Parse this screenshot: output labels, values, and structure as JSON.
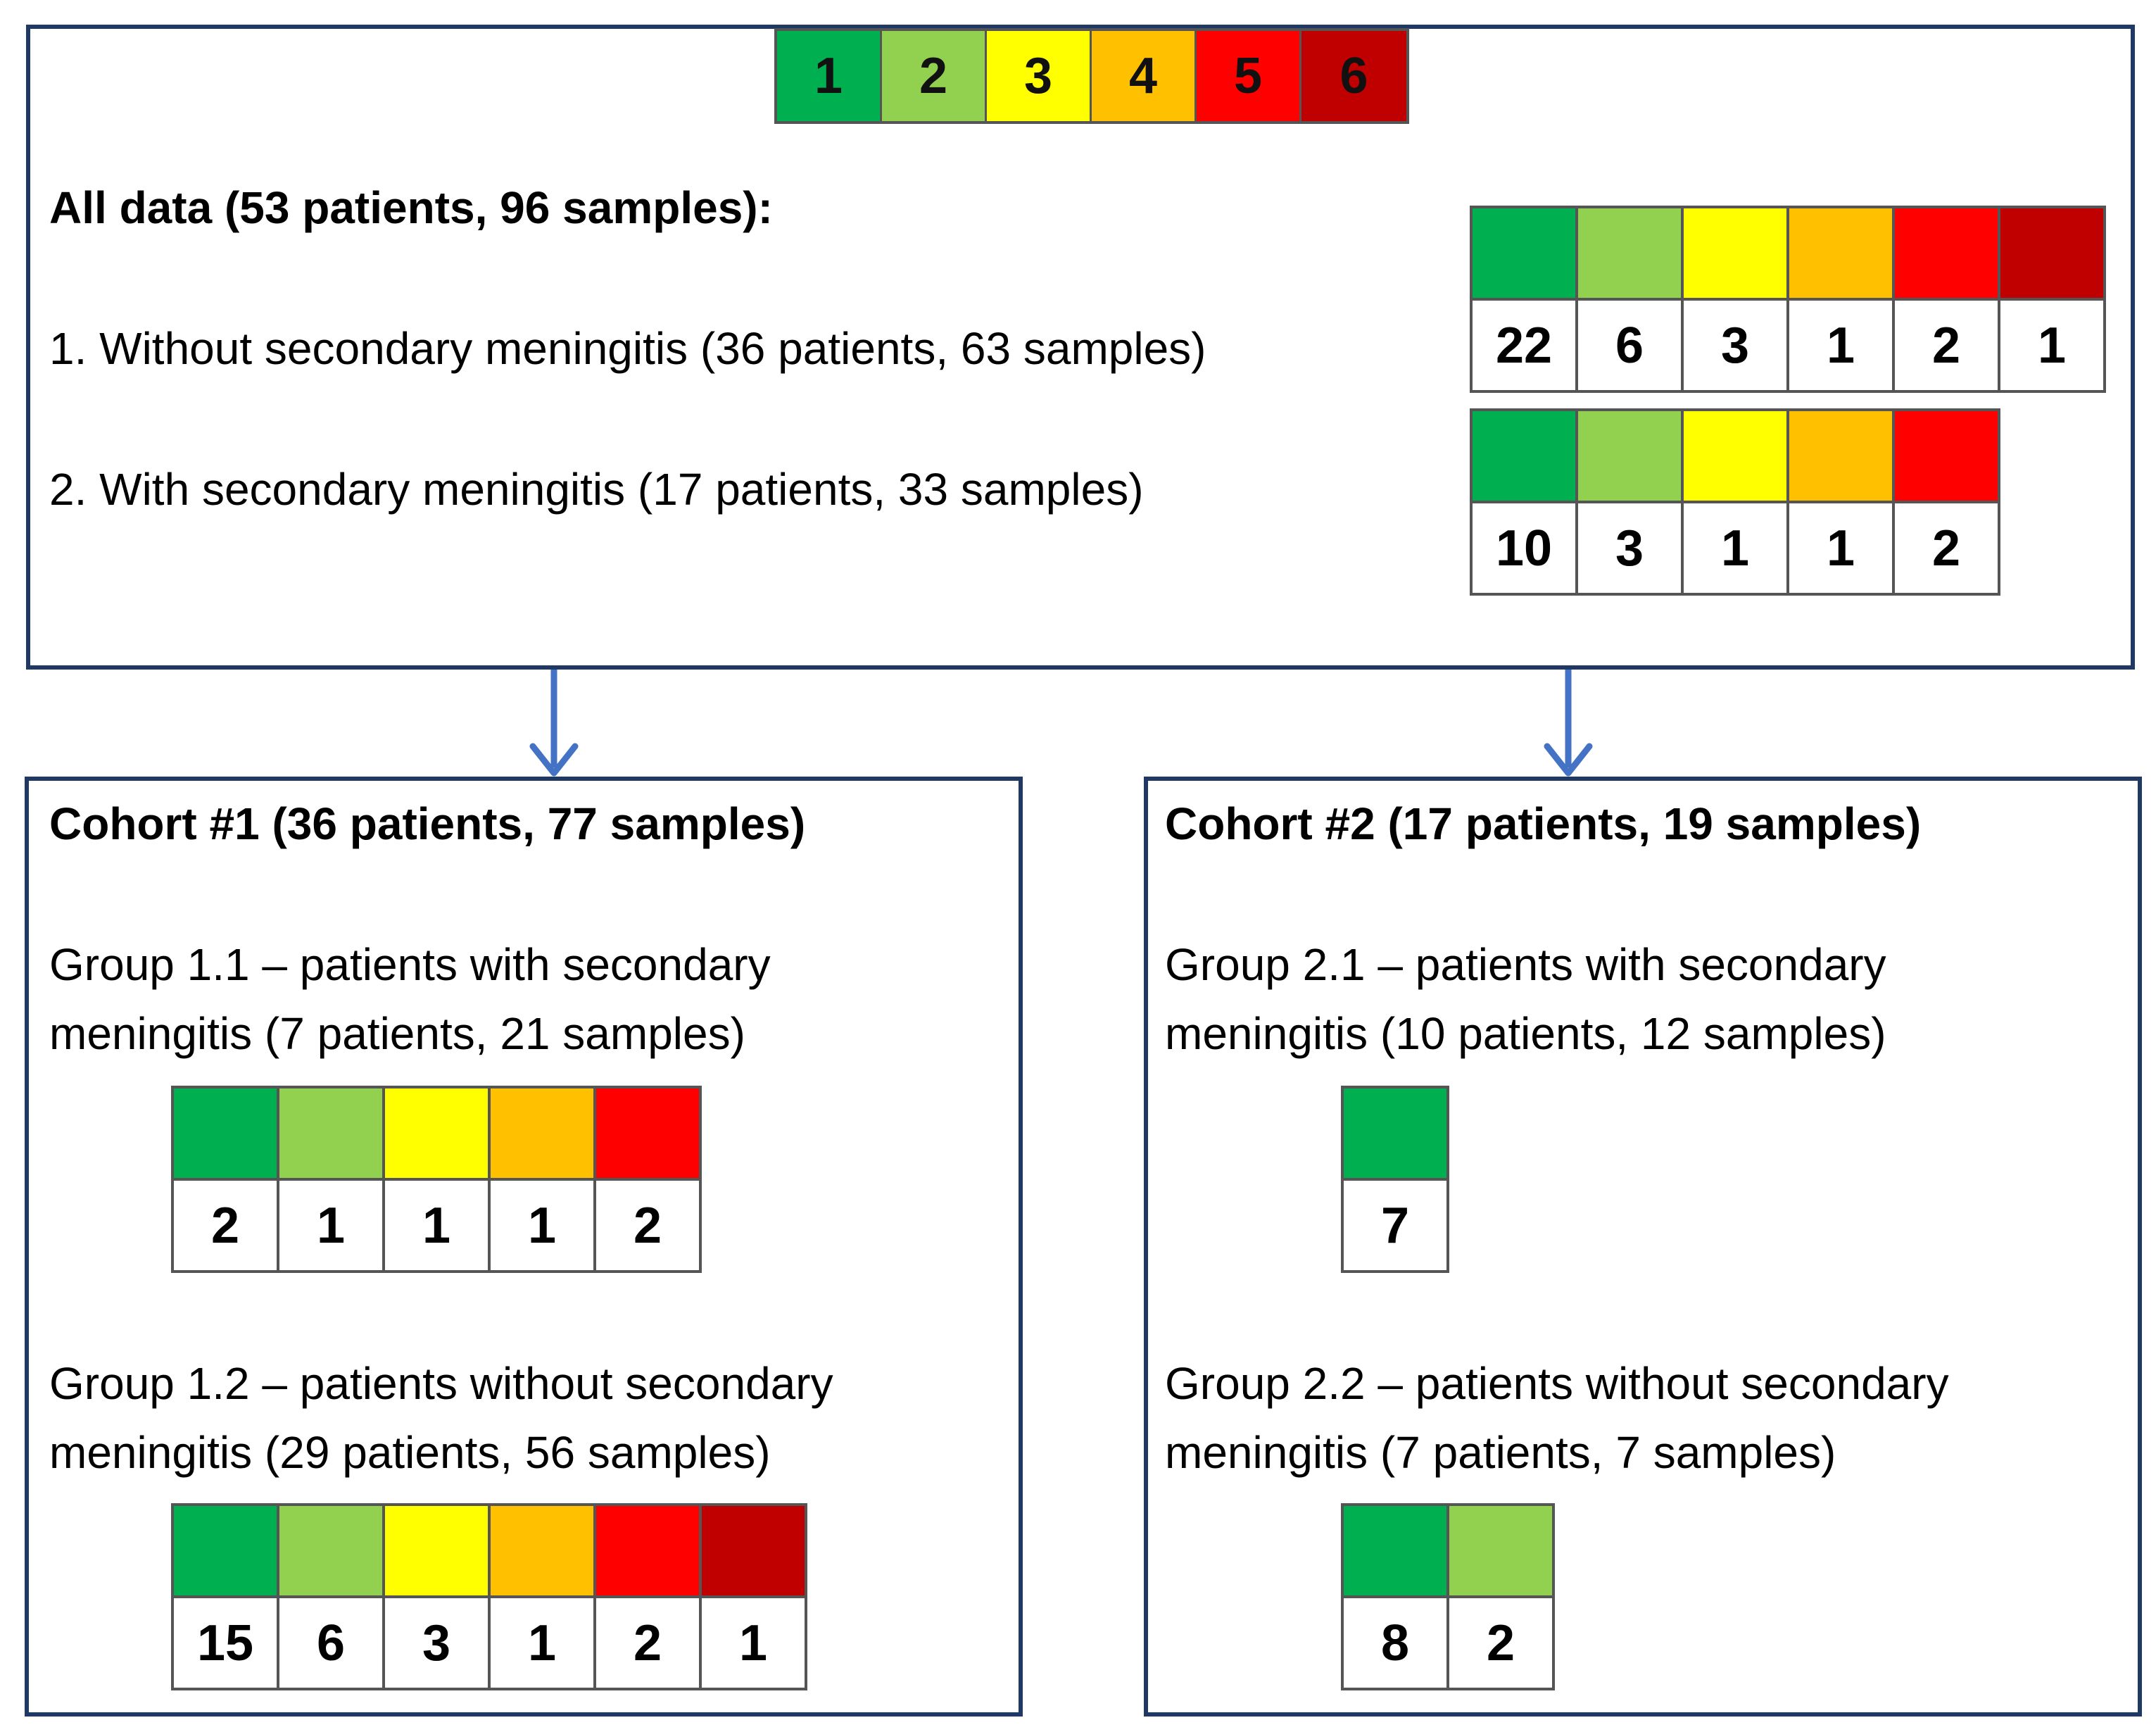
{
  "colors": {
    "1": "#00b050",
    "2": "#92d050",
    "3": "#ffff00",
    "4": "#ffc000",
    "5": "#ff0000",
    "6": "#c00000"
  },
  "scale": [
    "1",
    "2",
    "3",
    "4",
    "5",
    "6"
  ],
  "top": {
    "title": "All data (53  patients, 96 samples):",
    "item1": "1. Without secondary meningitis (36 patients, 63 samples)",
    "item2": "2. With secondary meningitis (17 patients, 33 samples)",
    "table1": {
      "levels": [
        "1",
        "2",
        "3",
        "4",
        "5",
        "6"
      ],
      "counts": [
        "22",
        "6",
        "3",
        "1",
        "2",
        "1"
      ]
    },
    "table2": {
      "levels": [
        "1",
        "2",
        "3",
        "4",
        "5"
      ],
      "counts": [
        "10",
        "3",
        "1",
        "1",
        "2"
      ]
    }
  },
  "cohort1": {
    "title": "Cohort #1 (36 patients, 77 samples)",
    "group1_line1": "Group 1.1 – patients with secondary",
    "group1_line2": "meningitis (7 patients, 21 samples)",
    "group1_table": {
      "levels": [
        "1",
        "2",
        "3",
        "4",
        "5"
      ],
      "counts": [
        "2",
        "1",
        "1",
        "1",
        "2"
      ]
    },
    "group2_line1": "Group 1.2 – patients without secondary",
    "group2_line2": "meningitis (29 patients, 56 samples)",
    "group2_table": {
      "levels": [
        "1",
        "2",
        "3",
        "4",
        "5",
        "6"
      ],
      "counts": [
        "15",
        "6",
        "3",
        "1",
        "2",
        "1"
      ]
    }
  },
  "cohort2": {
    "title": "Cohort #2 (17 patients, 19 samples)",
    "group1_line1": "Group 2.1 – patients with secondary",
    "group1_line2": "meningitis (10 patients, 12 samples)",
    "group1_table": {
      "levels": [
        "1"
      ],
      "counts": [
        "7"
      ]
    },
    "group2_line1": "Group 2.2 – patients without secondary",
    "group2_line2": "meningitis (7 patients, 7 samples)",
    "group2_table": {
      "levels": [
        "1",
        "2"
      ],
      "counts": [
        "8",
        "2"
      ]
    }
  },
  "arrow_color": "#4472c4"
}
